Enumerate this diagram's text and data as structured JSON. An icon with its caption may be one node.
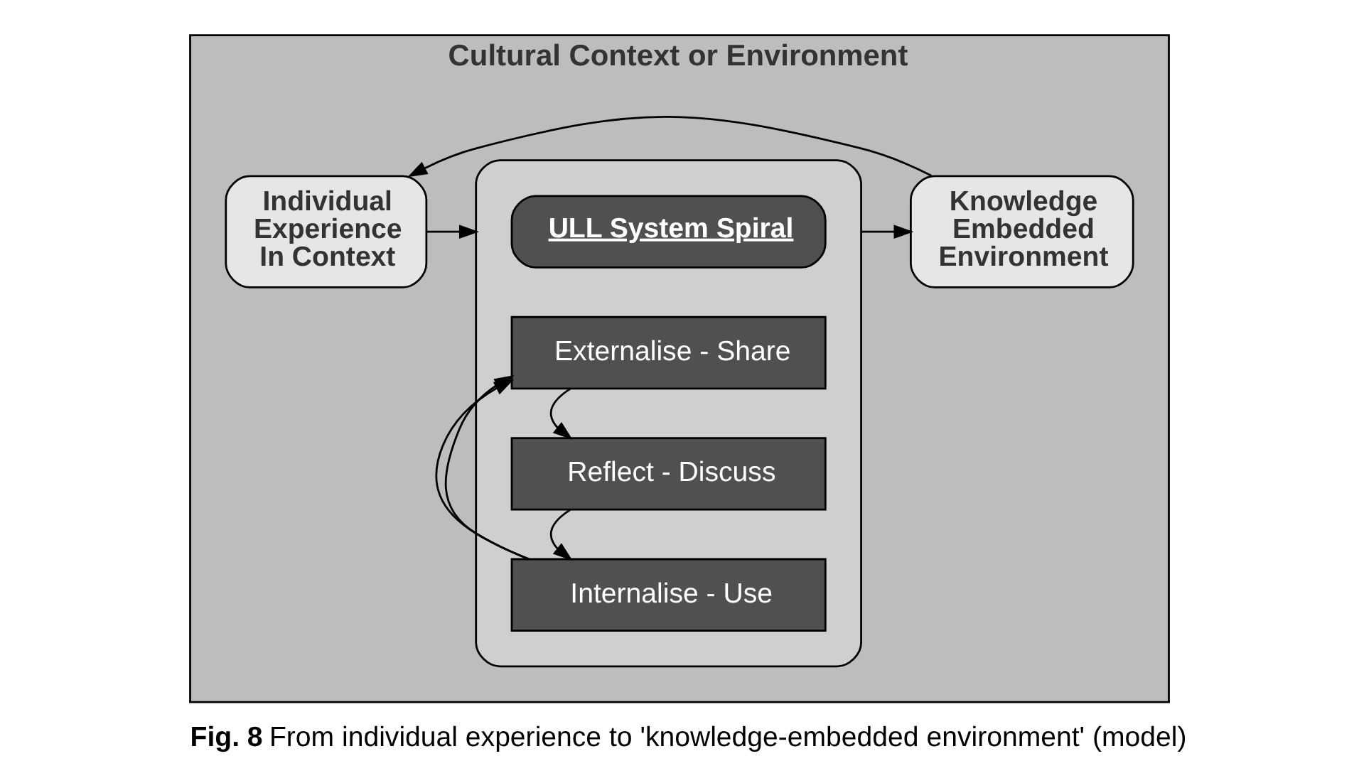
{
  "diagram": {
    "caption": "**Fig. 8** From individual experience to 'knowledge-embedded environment' (model)",
    "nodes": [
      {
        "text": [
          "Cultural Context or Environment"
        ]
      },
      {
        "text": [
          "Individual Experience In Context"
        ],
        "in": 0
      },
      {
        "text": [],
        "shape": "box",
        "in": 0
      },
      {
        "text": [
          "ULL System Spiral"
        ],
        "in": 2
      },
      {
        "text": [
          "Externalise - Share"
        ],
        "in": 2
      },
      {
        "text": [
          "Reflect - Discuss"
        ],
        "in": 2
      },
      {
        "text": [
          "Internalise - Use"
        ],
        "in": 2
      },
      {
        "text": [
          "Knowledge Embedded Environment"
        ],
        "in": 0
      }
    ],
    "edges": [
      {
        "from": 1,
        "to": 2,
        "arrow": "to"
      },
      {
        "from": 2,
        "to": 7,
        "arrow": "to"
      },
      {
        "from": 7,
        "to": 1,
        "arrow": "to"
      },
      {
        "from": 4,
        "to": 5,
        "arrow": "to"
      },
      {
        "from": 5,
        "to": 6,
        "arrow": "to"
      },
      {
        "from": 6,
        "to": 4,
        "arrow": "to"
      },
      {
        "from": 6,
        "to": 4,
        "arrow": "to"
      }
    ]
  }
}
